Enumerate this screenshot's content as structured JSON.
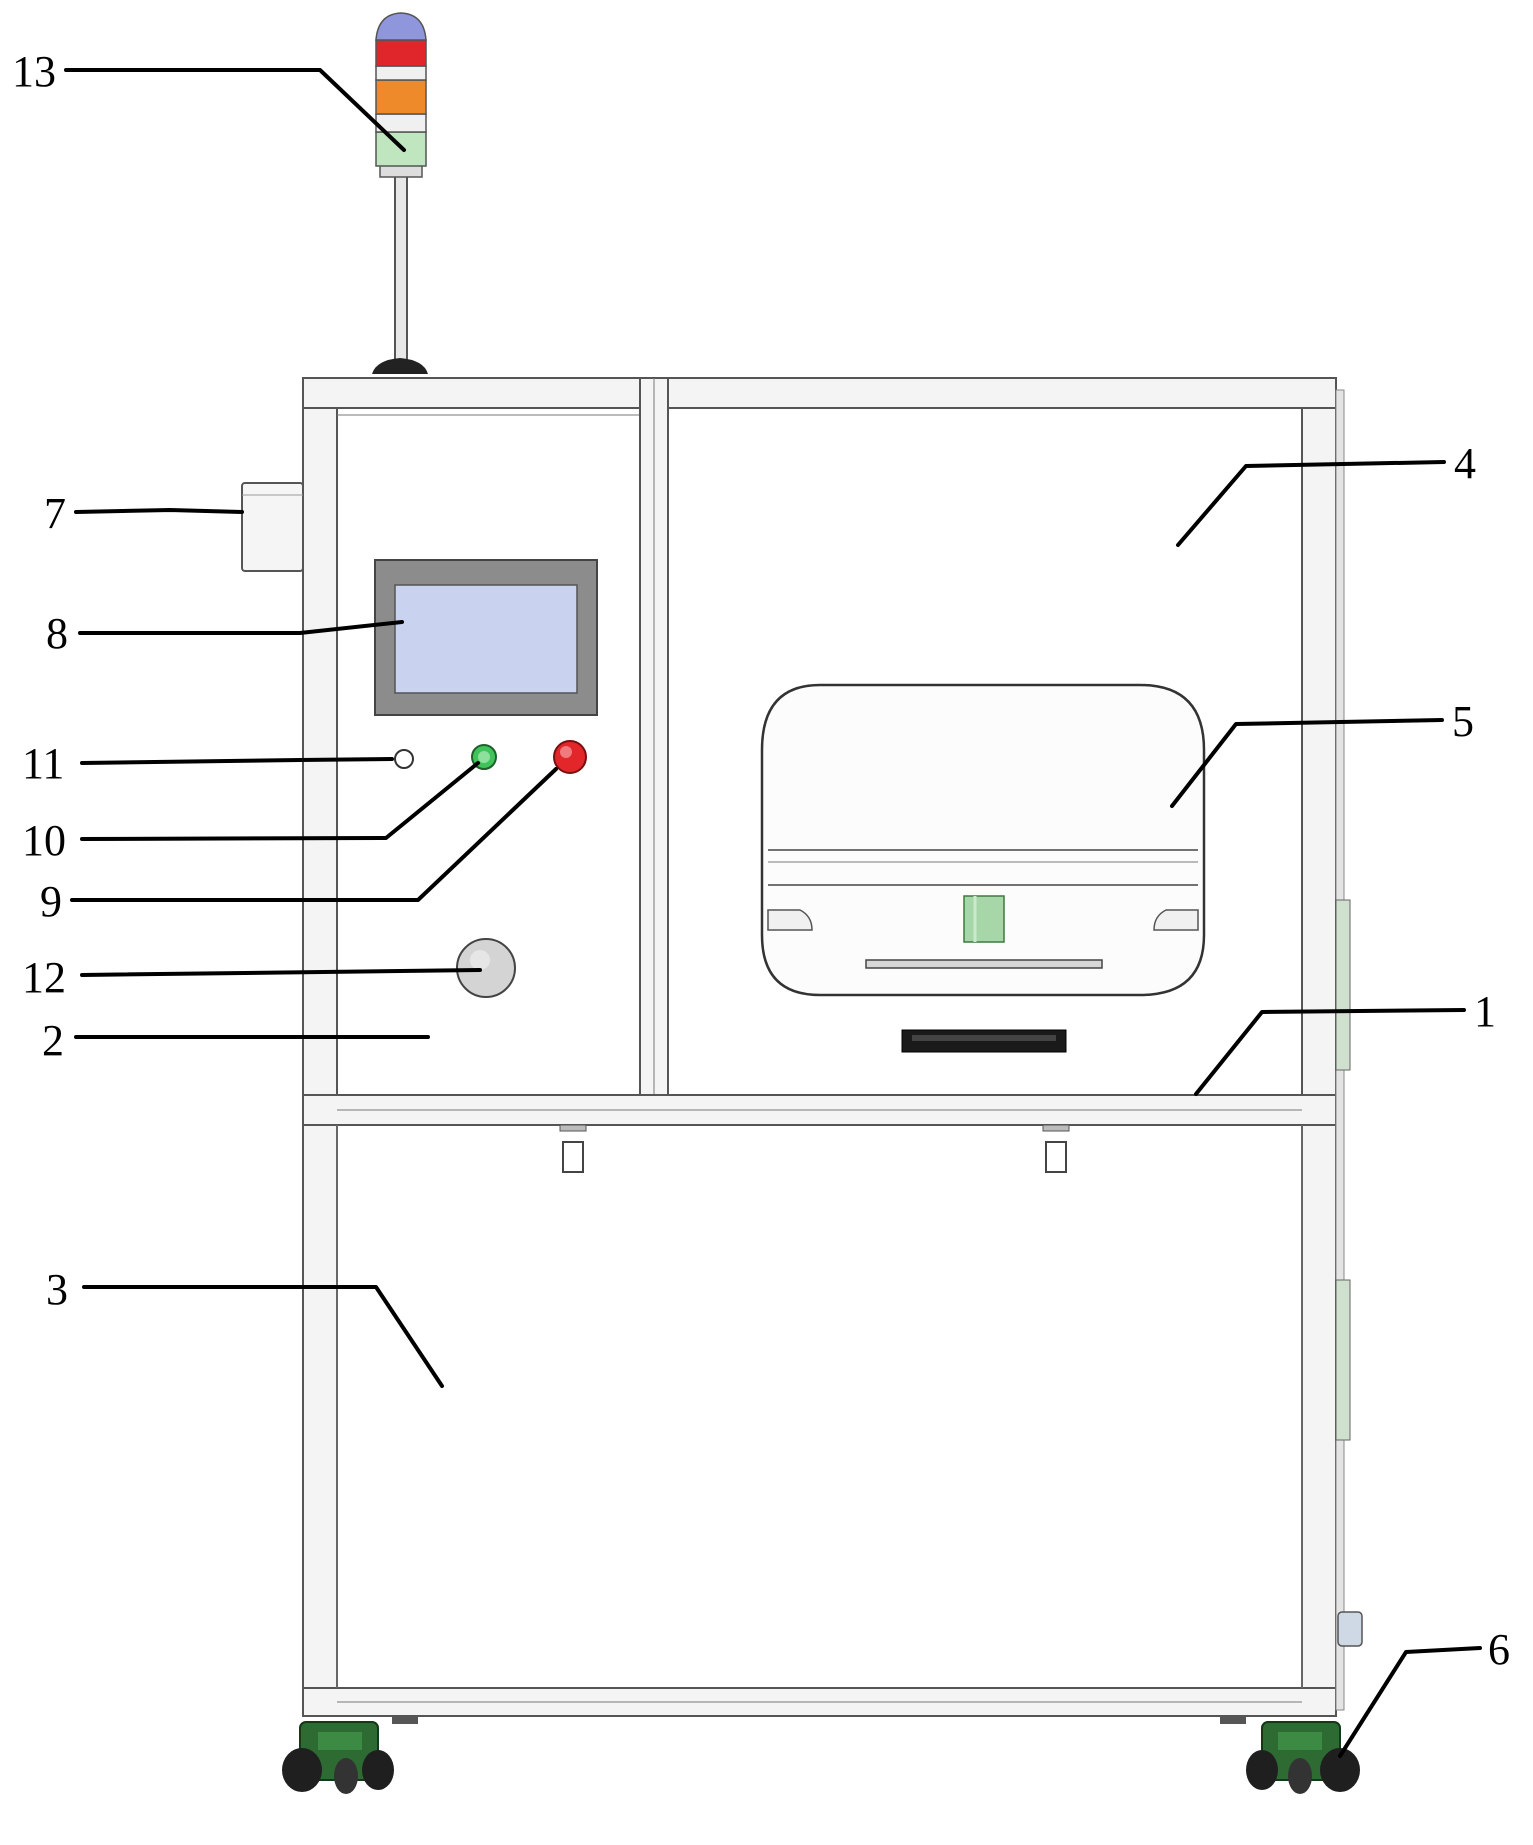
{
  "callouts": [
    {
      "id": "13",
      "label": "13"
    },
    {
      "id": "7",
      "label": "7"
    },
    {
      "id": "8",
      "label": "8"
    },
    {
      "id": "11",
      "label": "11"
    },
    {
      "id": "10",
      "label": "10"
    },
    {
      "id": "9",
      "label": "9"
    },
    {
      "id": "12",
      "label": "12"
    },
    {
      "id": "2",
      "label": "2"
    },
    {
      "id": "3",
      "label": "3"
    },
    {
      "id": "4",
      "label": "4"
    },
    {
      "id": "5",
      "label": "5"
    },
    {
      "id": "1",
      "label": "1"
    },
    {
      "id": "6",
      "label": "6"
    }
  ],
  "colors": {
    "frame": "#f4f4f4",
    "frame_stroke": "#555555",
    "lamp_blue": "#8f96dc",
    "lamp_red": "#e0262b",
    "lamp_orange": "#ee8a2a",
    "lamp_green": "#bfe6bf",
    "hmi_bezel": "#8c8c8c",
    "hmi_screen": "#c9d2ee",
    "button_green": "#3fc35a",
    "button_red": "#e3262a",
    "knob": "#d4d4d4",
    "nozzle": "#a7d7a8",
    "caster": "#2d6b33",
    "slot": "#1a1a1a"
  }
}
